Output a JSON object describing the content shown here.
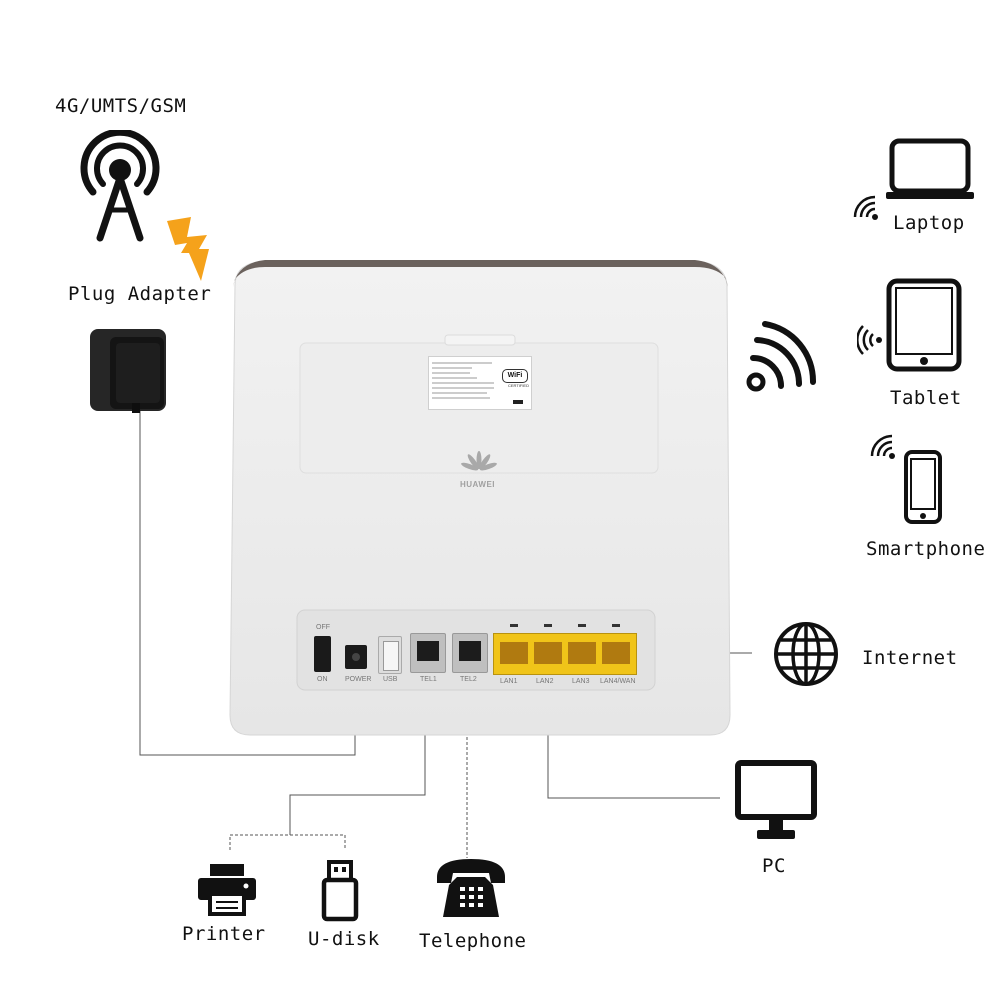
{
  "labels": {
    "network": "4G/UMTS/GSM",
    "plug_adapter": "Plug Adapter",
    "laptop": "Laptop",
    "tablet": "Tablet",
    "smartphone": "Smartphone",
    "internet": "Internet",
    "pc": "PC",
    "printer": "Printer",
    "udisk": "U-disk",
    "telephone": "Telephone"
  },
  "router": {
    "brand": "HUAWEI",
    "switch_off": "OFF",
    "switch_on": "ON",
    "ports": {
      "power": "POWER",
      "usb": "USB",
      "tel1": "TEL1",
      "tel2": "TEL2",
      "lan1": "LAN1",
      "lan2": "LAN2",
      "lan3": "LAN3",
      "lan4": "LAN4/WAN"
    },
    "sticker_badge": "WiFi",
    "sticker_badge_sub": "CERTIFIED"
  },
  "colors": {
    "router_body": "#ececec",
    "router_edge": "#6b625d",
    "lan_port": "#f0c419",
    "bolt": "#f5a21b",
    "icon": "#111111"
  }
}
